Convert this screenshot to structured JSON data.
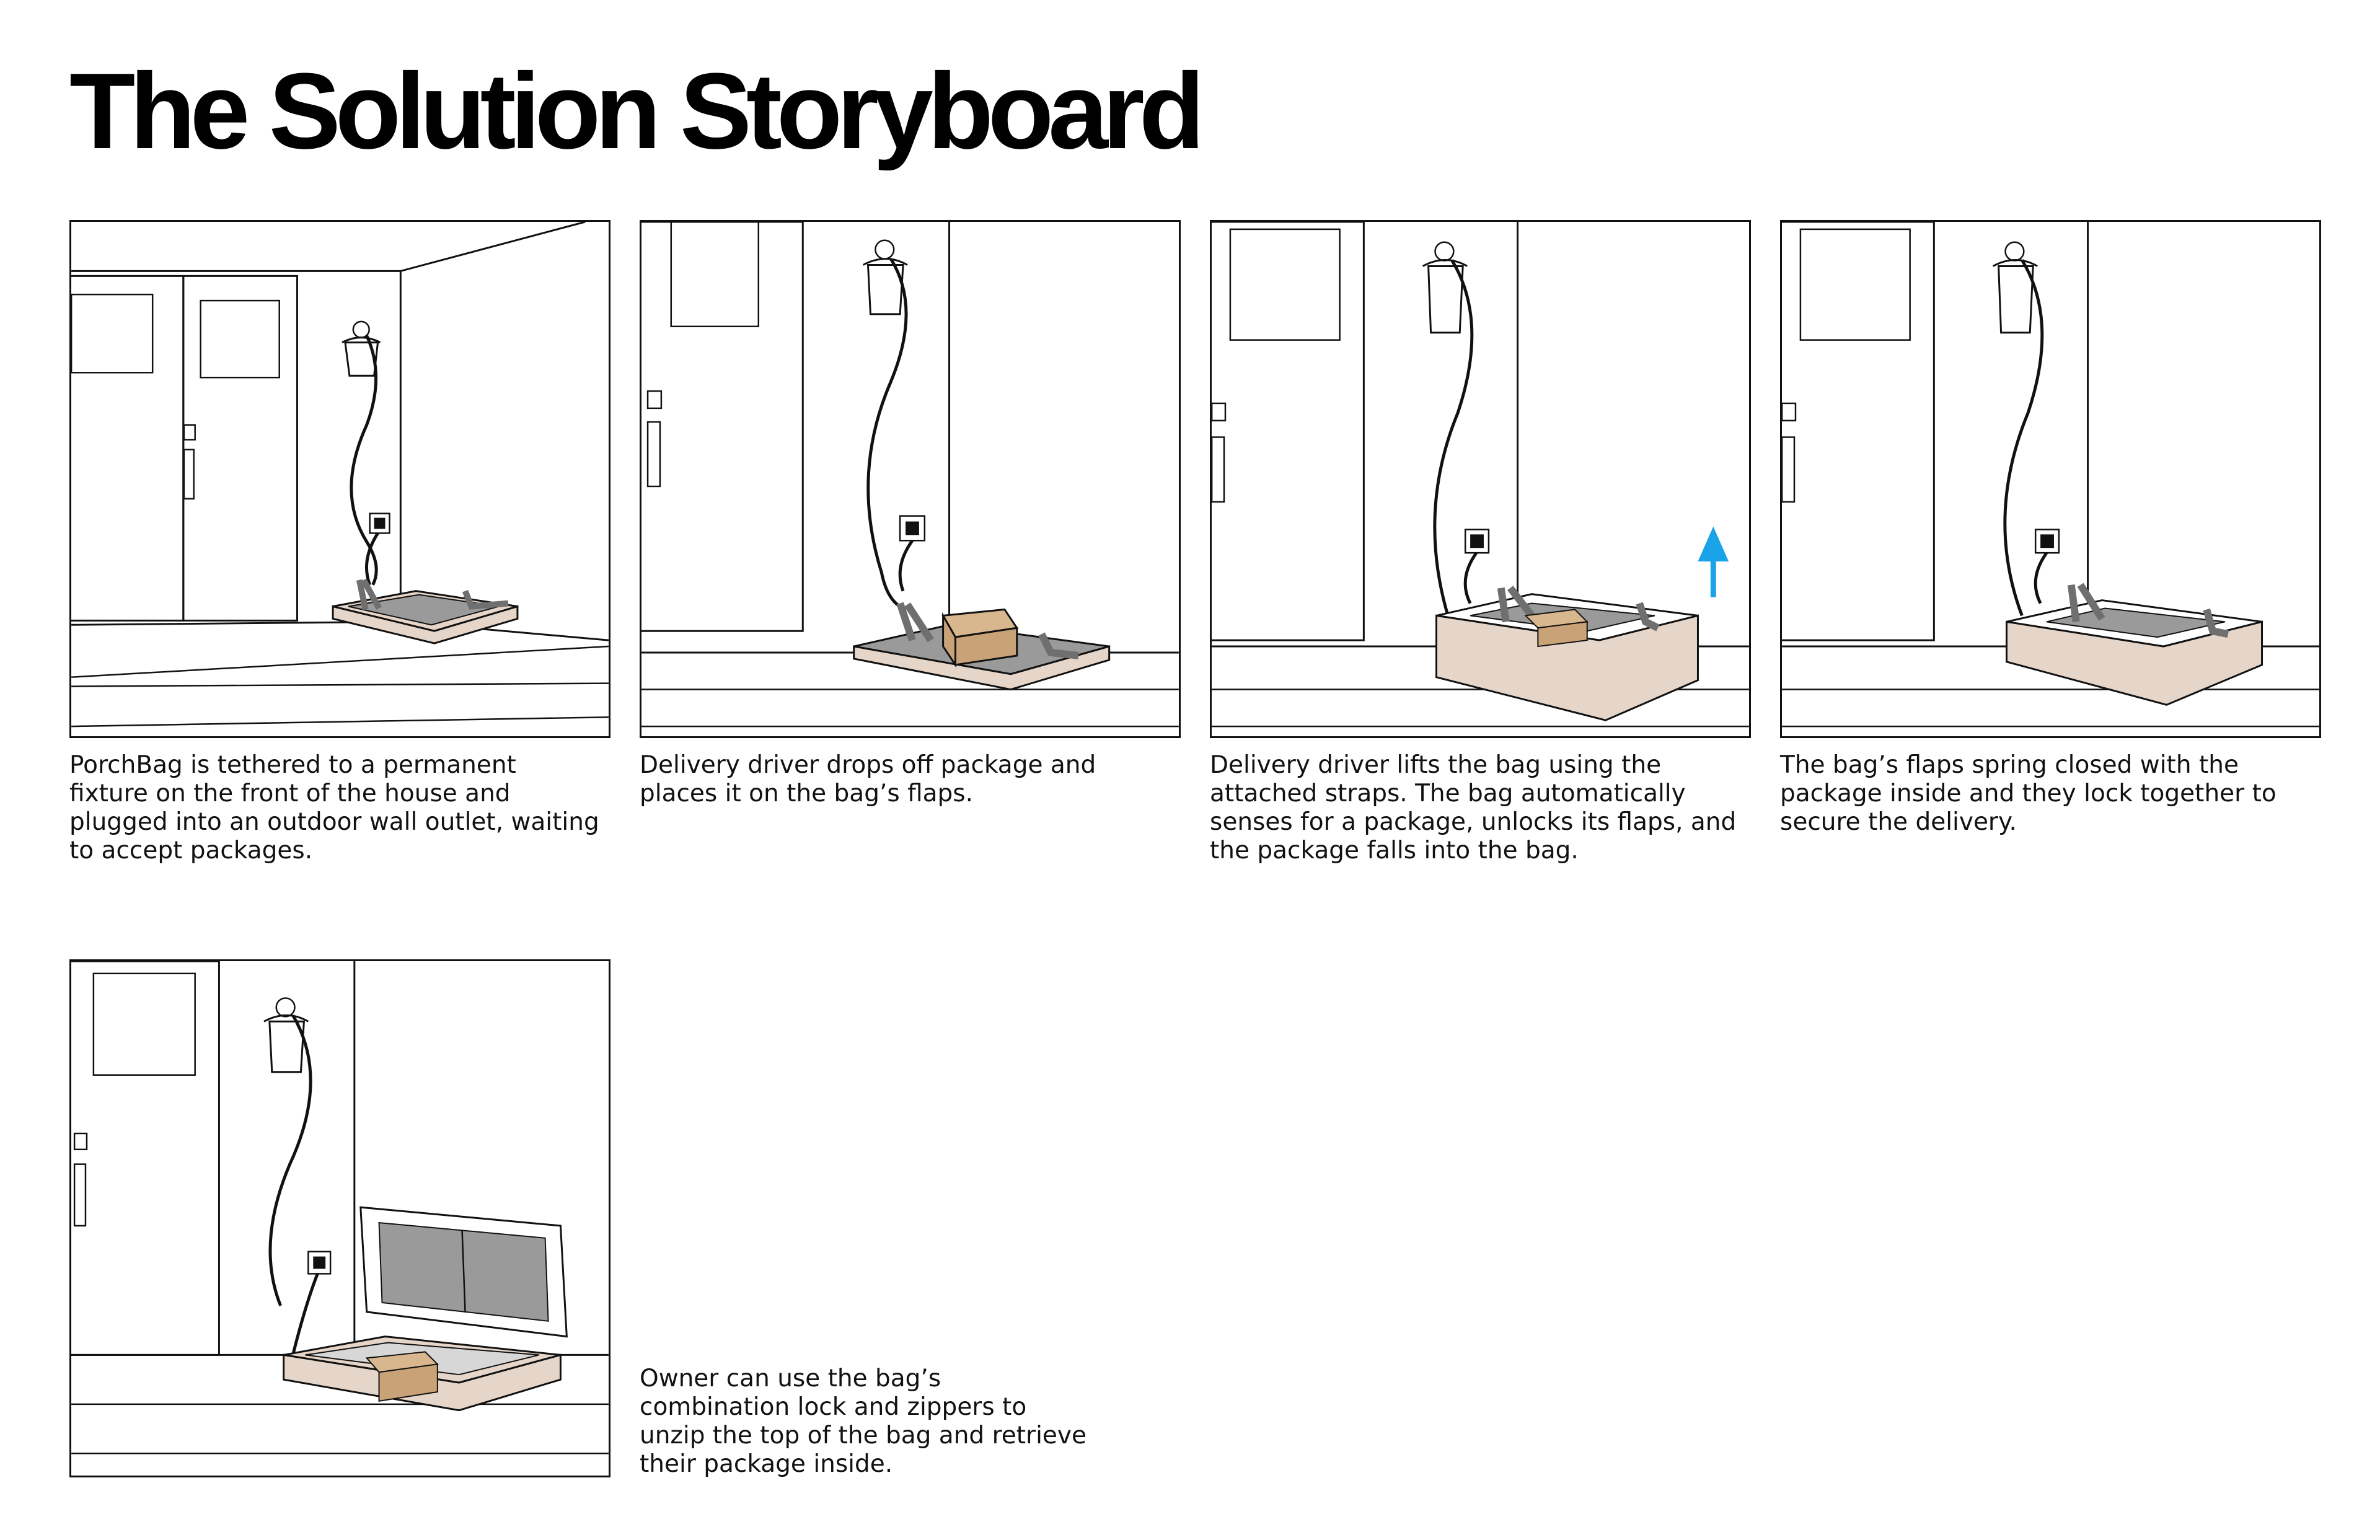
{
  "page": {
    "title": "The Solution Storyboard"
  },
  "storyboard": {
    "panels": [
      {
        "caption": "PorchBag is tethered to a permanent fixture on the front of the house and plugged into an outdoor wall outlet, waiting to accept packages."
      },
      {
        "caption": "Delivery driver drops off package and places it on the bag’s flaps."
      },
      {
        "caption": "Delivery driver lifts the bag using the attached straps. The bag automatically senses for a package, unlocks its flaps, and the package falls into the bag."
      },
      {
        "caption": "The bag’s flaps spring closed with the package inside and they lock together to secure the delivery."
      },
      {
        "caption": "Owner can use the bag’s combination lock and zippers to unzip the top of the bag and retrieve their package inside."
      }
    ]
  },
  "colors": {
    "bag": "#e6d6c9",
    "flap": "#9a9a9a",
    "strap": "#6f6f6f",
    "box": "#c9a277",
    "arrow": "#1aa3e8"
  }
}
